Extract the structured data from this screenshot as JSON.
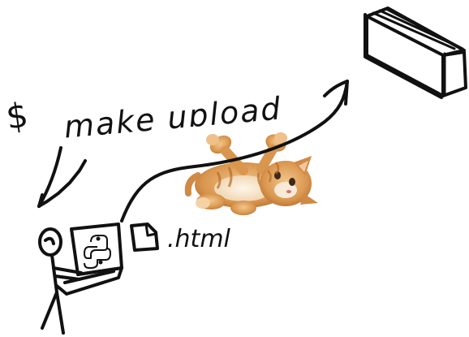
{
  "command": {
    "prompt_symbol": "$",
    "text": "make upload"
  },
  "file": {
    "extension_label": ".html"
  },
  "icons": {
    "person": "stick-figure-icon",
    "laptop": "laptop-icon",
    "python": "python-logo-icon",
    "document": "document-icon",
    "server": "server-box-icon",
    "kitten": "kitten-photo"
  },
  "colors": {
    "ink": "#111111",
    "background": "#ffffff",
    "kitten_fur": "#d9964f"
  }
}
